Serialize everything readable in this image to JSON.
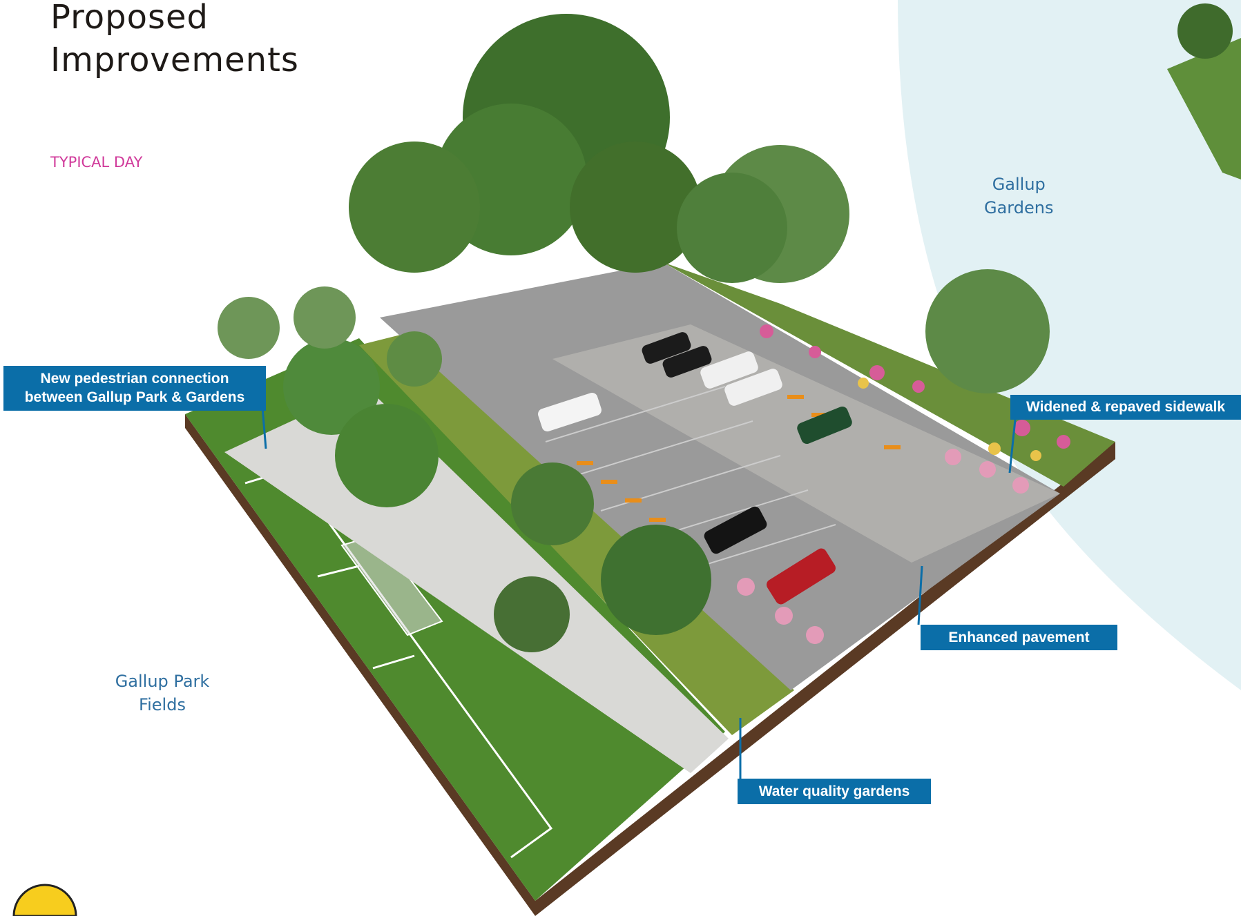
{
  "title": {
    "line1": "Proposed",
    "line2": "Improvements"
  },
  "subtitle": "TYPICAL DAY",
  "areas": {
    "gardens": {
      "line1": "Gallup",
      "line2": "Gardens"
    },
    "park": {
      "line1": "Gallup Park",
      "line2": "Fields"
    }
  },
  "callouts": {
    "pedestrian": {
      "line1": "New pedestrian connection",
      "line2": "between Gallup Park & Gardens"
    },
    "sidewalk": "Widened & repaved sidewalk",
    "pavement": "Enhanced pavement",
    "gardens": "Water quality gardens"
  },
  "colors": {
    "callout": "#0b6ea8",
    "background_arc": "#e2f1f4",
    "grass": "#4f8a2e",
    "pavement": "#9a9a9a",
    "subtitle": "#d0399a"
  }
}
